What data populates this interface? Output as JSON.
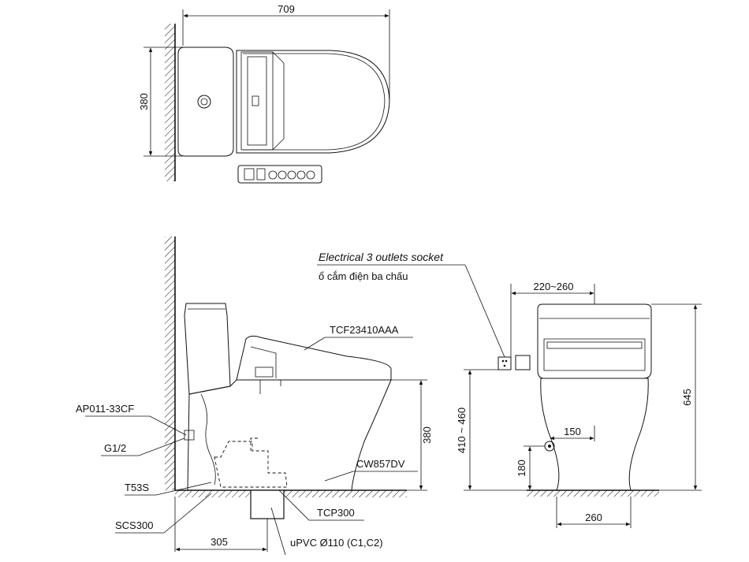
{
  "dimensions": {
    "top_width": "709",
    "top_depth": "380",
    "seat_height": "380",
    "wall_to_drain": "305",
    "socket_distance": "220~260",
    "socket_height": "410 ~ 460",
    "total_height": "645",
    "inlet_offset": "150",
    "inlet_height": "180",
    "base_width": "260"
  },
  "labels": {
    "socket_en": "Electrical 3 outlets socket",
    "socket_vi": "ổ cắm điện ba chấu",
    "seat_model": "TCF23410AAA",
    "bowl_model": "CW857DV",
    "valve": "AP011-33CF",
    "thread": "G1/2",
    "hose": "T53S",
    "flange_seal": "SCS300",
    "flange": "TCP300",
    "pipe": "uPVC Ø110 (C1,C2)"
  },
  "colors": {
    "line": "#111111",
    "background": "#ffffff"
  }
}
